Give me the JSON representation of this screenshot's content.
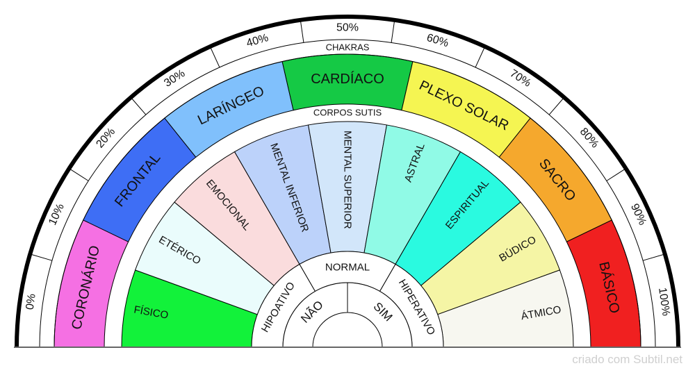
{
  "title_chakras": "CHAKRAS",
  "title_corpos": "CORPOS SUTIS",
  "percent_labels": [
    "0%",
    "10%",
    "20%",
    "30%",
    "40%",
    "50%",
    "60%",
    "70%",
    "80%",
    "90%",
    "100%"
  ],
  "chakras": [
    {
      "label": "CORONÁRIO",
      "color": "#f570e3"
    },
    {
      "label": "FRONTAL",
      "color": "#3e6ef5"
    },
    {
      "label": "LARÍNGEO",
      "color": "#80c0fc"
    },
    {
      "label": "CARDÍACO",
      "color": "#15c945"
    },
    {
      "label": "PLEXO SOLAR",
      "color": "#f5f552"
    },
    {
      "label": "SACRO",
      "color": "#f5a82d"
    },
    {
      "label": "BÁSICO",
      "color": "#f02020"
    }
  ],
  "corpos": [
    {
      "label": "FÍSICO",
      "color": "#12f23a"
    },
    {
      "label": "ETÉRICO",
      "color": "#eafcfc"
    },
    {
      "label": "EMOCIONAL",
      "color": "#fadcdd"
    },
    {
      "label": "MENTAL INFERIOR",
      "color": "#bcd2fa"
    },
    {
      "label": "MENTAL SUPERIOR",
      "color": "#d2e6fa"
    },
    {
      "label": "ASTRAL",
      "color": "#90fae6"
    },
    {
      "label": "ESPIRITUAL",
      "color": "#2afae0"
    },
    {
      "label": "BÚDICO",
      "color": "#f5f5a5"
    },
    {
      "label": "ÁTMICO",
      "color": "#f7f7f0"
    }
  ],
  "estados": [
    "HIPOATIVO",
    "NORMAL",
    "HIPERATIVO"
  ],
  "respostas": [
    "NÃO",
    "SIM"
  ],
  "watermark": "criado com Subtil.net"
}
